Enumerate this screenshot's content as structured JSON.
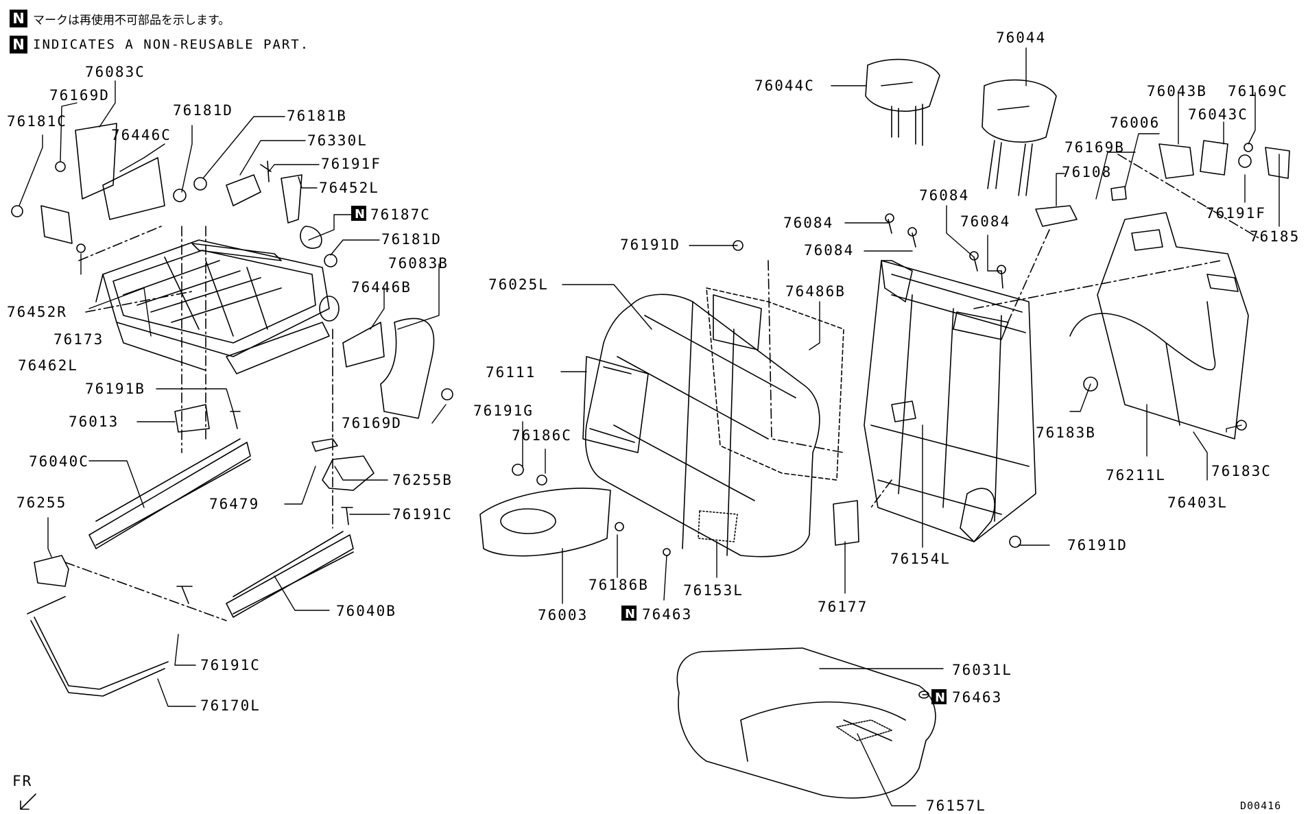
{
  "notes": {
    "jp": "マークは再使用不可部品を示します。",
    "en": "INDICATES A NON-REUSABLE PART.",
    "symbol": "N"
  },
  "direction": "FR",
  "drawing_id": "D00416",
  "labels": [
    {
      "id": "76083C",
      "text": "76083C"
    },
    {
      "id": "76169D_a",
      "text": "76169D"
    },
    {
      "id": "76181C",
      "text": "76181C"
    },
    {
      "id": "76446C",
      "text": "76446C"
    },
    {
      "id": "76181D_a",
      "text": "76181D"
    },
    {
      "id": "76181B",
      "text": "76181B"
    },
    {
      "id": "76330L",
      "text": "76330L"
    },
    {
      "id": "76191F_a",
      "text": "76191F"
    },
    {
      "id": "76452L",
      "text": "76452L"
    },
    {
      "id": "76187C",
      "text": "76187C"
    },
    {
      "id": "76181D_b",
      "text": "76181D"
    },
    {
      "id": "76083B",
      "text": "76083B"
    },
    {
      "id": "76446B",
      "text": "76446B"
    },
    {
      "id": "76452R",
      "text": "76452R"
    },
    {
      "id": "76173",
      "text": "76173"
    },
    {
      "id": "76462L",
      "text": "76462L"
    },
    {
      "id": "76191B",
      "text": "76191B"
    },
    {
      "id": "76013",
      "text": "76013"
    },
    {
      "id": "76169D_b",
      "text": "76169D"
    },
    {
      "id": "76040C",
      "text": "76040C"
    },
    {
      "id": "76255",
      "text": "76255"
    },
    {
      "id": "76255B",
      "text": "76255B"
    },
    {
      "id": "76479",
      "text": "76479"
    },
    {
      "id": "76191C_a",
      "text": "76191C"
    },
    {
      "id": "76040B",
      "text": "76040B"
    },
    {
      "id": "76191C_b",
      "text": "76191C"
    },
    {
      "id": "76170L",
      "text": "76170L"
    },
    {
      "id": "76044C",
      "text": "76044C"
    },
    {
      "id": "76044",
      "text": "76044"
    },
    {
      "id": "76043B",
      "text": "76043B"
    },
    {
      "id": "76169C",
      "text": "76169C"
    },
    {
      "id": "76006",
      "text": "76006"
    },
    {
      "id": "76043C",
      "text": "76043C"
    },
    {
      "id": "76169B",
      "text": "76169B"
    },
    {
      "id": "76108",
      "text": "76108"
    },
    {
      "id": "76191F_b",
      "text": "76191F"
    },
    {
      "id": "76185",
      "text": "76185"
    },
    {
      "id": "76084_a",
      "text": "76084"
    },
    {
      "id": "76084_b",
      "text": "76084"
    },
    {
      "id": "76084_c",
      "text": "76084"
    },
    {
      "id": "76084_d",
      "text": "76084"
    },
    {
      "id": "76191D_a",
      "text": "76191D"
    },
    {
      "id": "76025L",
      "text": "76025L"
    },
    {
      "id": "76486B",
      "text": "76486B"
    },
    {
      "id": "76111",
      "text": "76111"
    },
    {
      "id": "76191G",
      "text": "76191G"
    },
    {
      "id": "76186C",
      "text": "76186C"
    },
    {
      "id": "76183B",
      "text": "76183B"
    },
    {
      "id": "76183C",
      "text": "76183C"
    },
    {
      "id": "76211L",
      "text": "76211L"
    },
    {
      "id": "76403L",
      "text": "76403L"
    },
    {
      "id": "76191D_b",
      "text": "76191D"
    },
    {
      "id": "76154L",
      "text": "76154L"
    },
    {
      "id": "76177",
      "text": "76177"
    },
    {
      "id": "76186B",
      "text": "76186B"
    },
    {
      "id": "76153L",
      "text": "76153L"
    },
    {
      "id": "76003",
      "text": "76003"
    },
    {
      "id": "76463_a",
      "text": "76463"
    },
    {
      "id": "76031L",
      "text": "76031L"
    },
    {
      "id": "76463_b",
      "text": "76463"
    },
    {
      "id": "76157L",
      "text": "76157L"
    }
  ]
}
